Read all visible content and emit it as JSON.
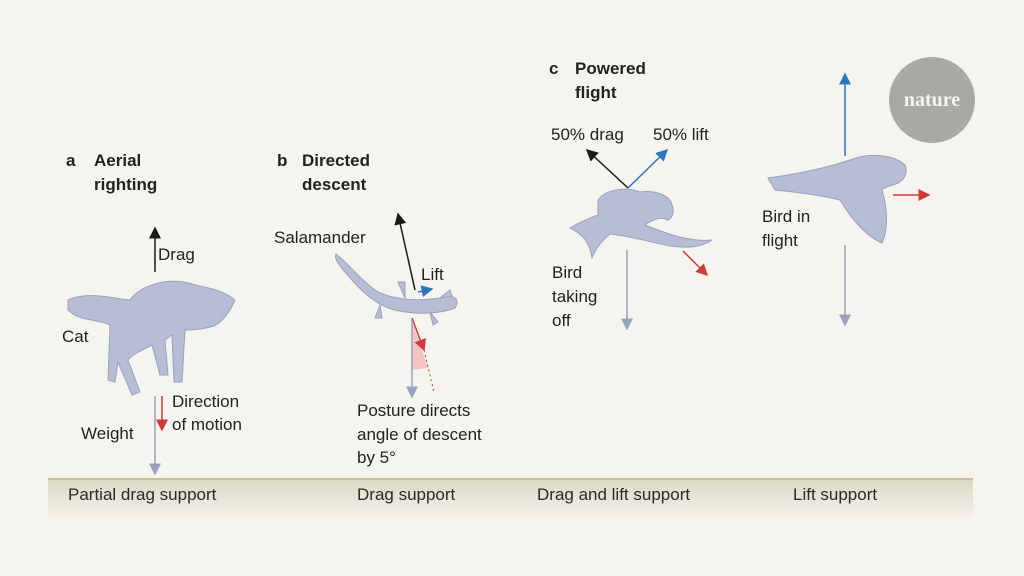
{
  "panels": {
    "a": {
      "letter": "a",
      "title_1": "Aerial",
      "title_2": "righting",
      "labels": {
        "drag": "Drag",
        "cat": "Cat",
        "direction_1": "Direction",
        "direction_2": "of motion",
        "weight": "Weight"
      }
    },
    "b": {
      "letter": "b",
      "title_1": "Directed",
      "title_2": "descent",
      "labels": {
        "salamander": "Salamander",
        "lift": "Lift",
        "posture_1": "Posture directs",
        "posture_2": "angle of descent",
        "posture_3": "by 5°"
      }
    },
    "c": {
      "letter": "c",
      "title_1": "Powered",
      "title_2": "flight",
      "labels": {
        "drag": "50% drag",
        "lift": "50% lift",
        "takeoff_1": "Bird",
        "takeoff_2": "taking",
        "takeoff_3": "off",
        "flight_1": "Bird in",
        "flight_2": "flight"
      }
    }
  },
  "ground": [
    "Partial drag support",
    "Drag support",
    "Drag and lift support",
    "Lift support"
  ],
  "logo": "nature",
  "colors": {
    "background": "#f5f4ee",
    "drag": "#1a1a1a",
    "lift": "#2b78c0",
    "motion": "#d23a3a",
    "weight": "#9aa2bf",
    "logo": "#a9a8a4"
  }
}
